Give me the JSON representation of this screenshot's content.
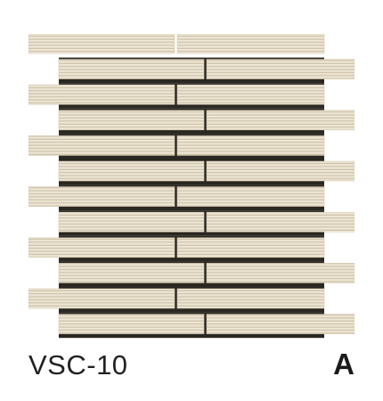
{
  "product": {
    "code": "VSC-10",
    "grade": "A"
  },
  "tile": {
    "row_count": 12,
    "colors": {
      "stone": "#e8dfcc",
      "stone_light": "#f1ebdc",
      "stone_dark": "#d6cbb3",
      "groove": "#c7bba0",
      "grout": "#2b2721"
    }
  }
}
